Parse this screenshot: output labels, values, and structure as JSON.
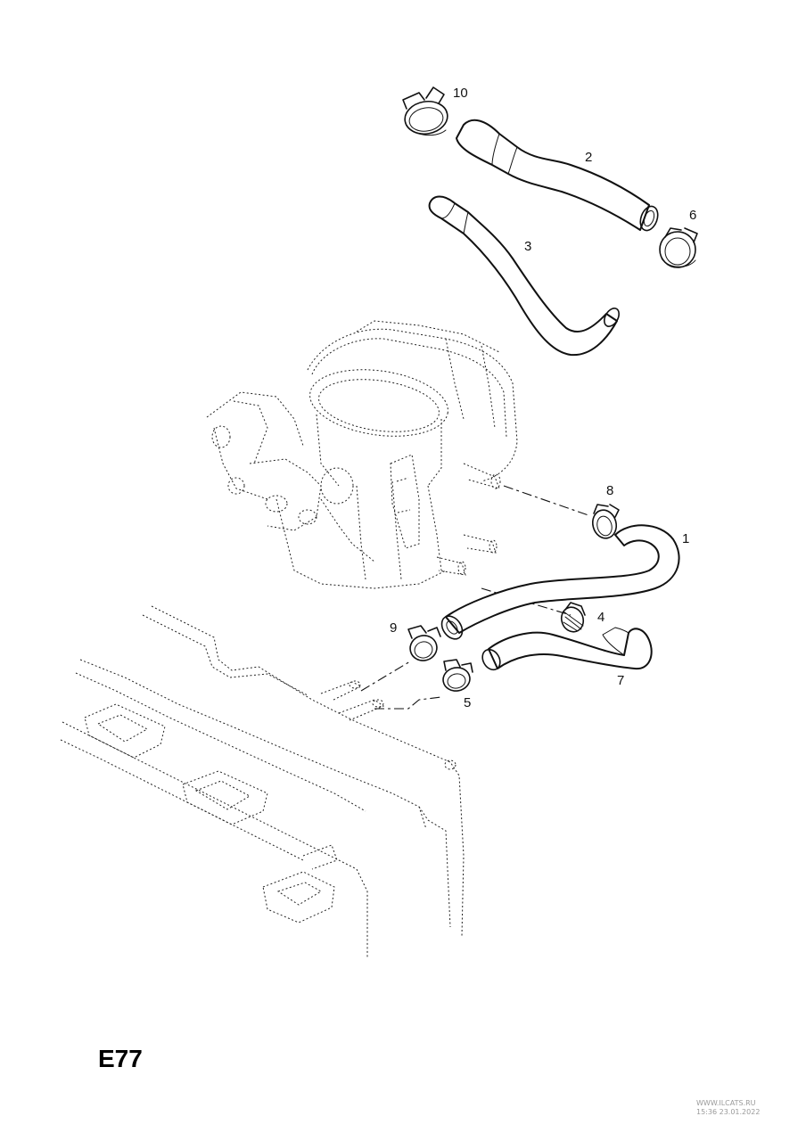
{
  "figure_code": "E77",
  "watermark": {
    "line1": "WWW.ILCATS.RU",
    "line2": "15:36 23.01.2022"
  },
  "callouts": [
    {
      "id": "c1",
      "label": "1"
    },
    {
      "id": "c2",
      "label": "2"
    },
    {
      "id": "c3",
      "label": "3"
    },
    {
      "id": "c4",
      "label": "4"
    },
    {
      "id": "c5",
      "label": "5"
    },
    {
      "id": "c6",
      "label": "6"
    },
    {
      "id": "c7",
      "label": "7"
    },
    {
      "id": "c8",
      "label": "8"
    },
    {
      "id": "c9",
      "label": "9"
    },
    {
      "id": "c10",
      "label": "10"
    }
  ],
  "colors": {
    "line": "#111111",
    "background": "#ffffff",
    "watermark": "#9a9a9a"
  }
}
